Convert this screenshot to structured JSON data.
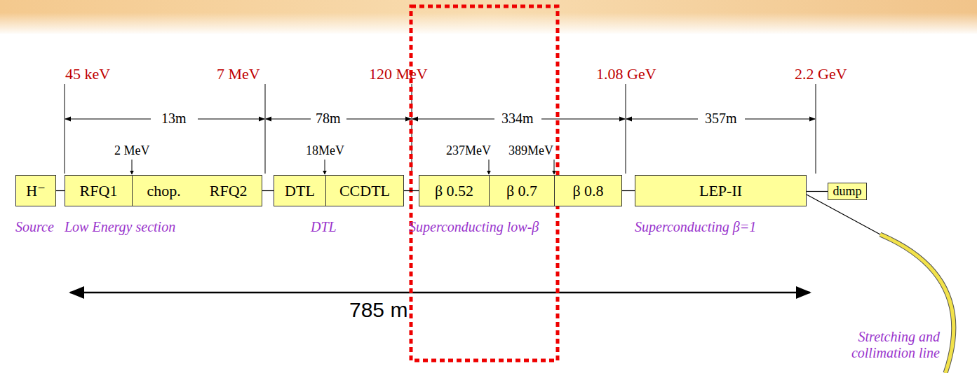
{
  "diagram": {
    "nodes": [
      {
        "text": [
          "H⁻"
        ]
      },
      {
        "text": [
          "RFQ1"
        ]
      },
      {
        "text": [
          "chop.",
          "RFQ2"
        ]
      },
      {
        "text": [
          "DTL"
        ]
      },
      {
        "text": [
          "CCDTL"
        ]
      },
      {
        "text": [
          "β 0.52"
        ]
      },
      {
        "text": [
          "β 0.7"
        ]
      },
      {
        "text": [
          "β 0.8"
        ]
      },
      {
        "text": [
          "LEP-II"
        ]
      },
      {
        "text": [
          "dump"
        ]
      }
    ],
    "edges": [
      {
        "from": 0,
        "to": 1,
        "arrow": "none"
      },
      {
        "from": 2,
        "to": 3,
        "arrow": "none"
      },
      {
        "from": 4,
        "to": 5,
        "arrow": "none"
      },
      {
        "from": 7,
        "to": 8,
        "arrow": "none"
      },
      {
        "from": 8,
        "to": 9,
        "arrow": "none"
      }
    ],
    "labels": [
      "45 keV",
      "7 MeV",
      "120 MeV",
      "1.08 GeV",
      "2.2 GeV",
      "13m",
      "78m",
      "334m",
      "357m",
      "2 MeV",
      "18MeV",
      "237MeV",
      "389MeV",
      "Source",
      "Low Energy section",
      "DTL",
      "Superconducting low-β",
      "Superconducting β=1",
      "785 m",
      "Stretching and collimation line"
    ]
  }
}
